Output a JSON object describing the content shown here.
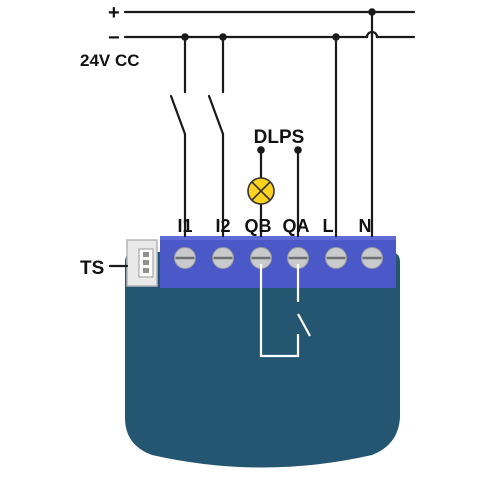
{
  "supply": {
    "plus_label": "+",
    "minus_label": "−",
    "voltage_label": "24V CC"
  },
  "load": {
    "label": "DLPS"
  },
  "sensor": {
    "label": "TS"
  },
  "terminals": [
    {
      "label": "I1"
    },
    {
      "label": "I2"
    },
    {
      "label": "QB"
    },
    {
      "label": "QA"
    },
    {
      "label": "L"
    },
    {
      "label": "N"
    }
  ],
  "colors": {
    "device_body": "#245672",
    "terminal_block": "#4a58c8",
    "screw": "#c9cacc",
    "lamp": "#ffd21f",
    "connector": "#e9e9e9"
  }
}
